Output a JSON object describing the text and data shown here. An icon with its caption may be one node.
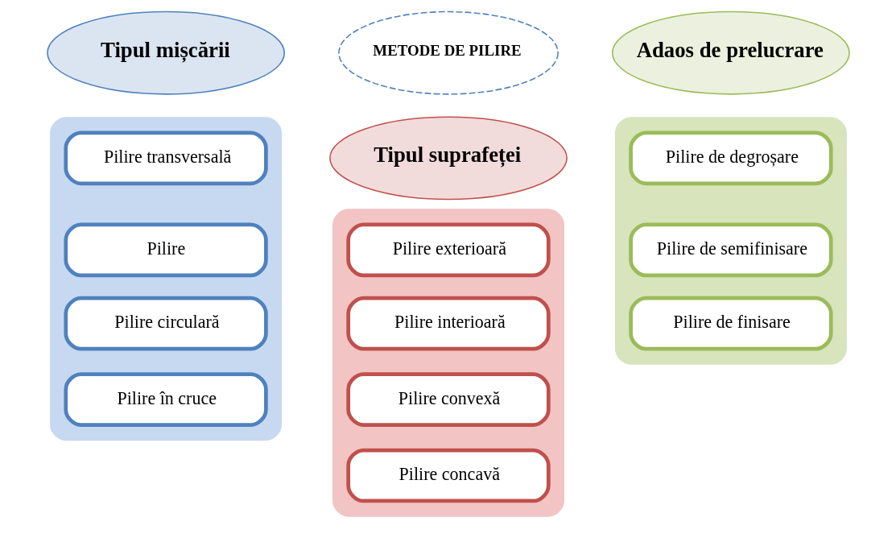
{
  "diagram": {
    "nodes": [
      {
        "text": [
          "Tipul mișcării"
        ]
      },
      {
        "text": [],
        "shape": "box"
      },
      {
        "text": [
          "Pilire transversală"
        ],
        "in": 1
      },
      {
        "text": [
          "Pilire"
        ],
        "in": 1
      },
      {
        "text": [
          "Pilire circulară"
        ],
        "in": 1
      },
      {
        "text": [
          "Pilire în cruce"
        ],
        "in": 1
      },
      {
        "text": [
          "METODE DE PILIRE"
        ]
      },
      {
        "text": [
          "Tipul suprafeței"
        ]
      },
      {
        "text": [],
        "shape": "box"
      },
      {
        "text": [
          "Pilire exterioară"
        ],
        "in": 8
      },
      {
        "text": [
          "Pilire interioară"
        ],
        "in": 8
      },
      {
        "text": [
          "Pilire convexă"
        ],
        "in": 8
      },
      {
        "text": [
          "Pilire concavă"
        ],
        "in": 8
      },
      {
        "text": [
          "Adaos de prelucrare"
        ]
      },
      {
        "text": [],
        "shape": "box"
      },
      {
        "text": [
          "Pilire de degroșare"
        ],
        "in": 14
      },
      {
        "text": [
          "Pilire de semifinisare"
        ],
        "in": 14
      },
      {
        "text": [
          "Pilire de finisare"
        ],
        "in": 14
      }
    ]
  }
}
